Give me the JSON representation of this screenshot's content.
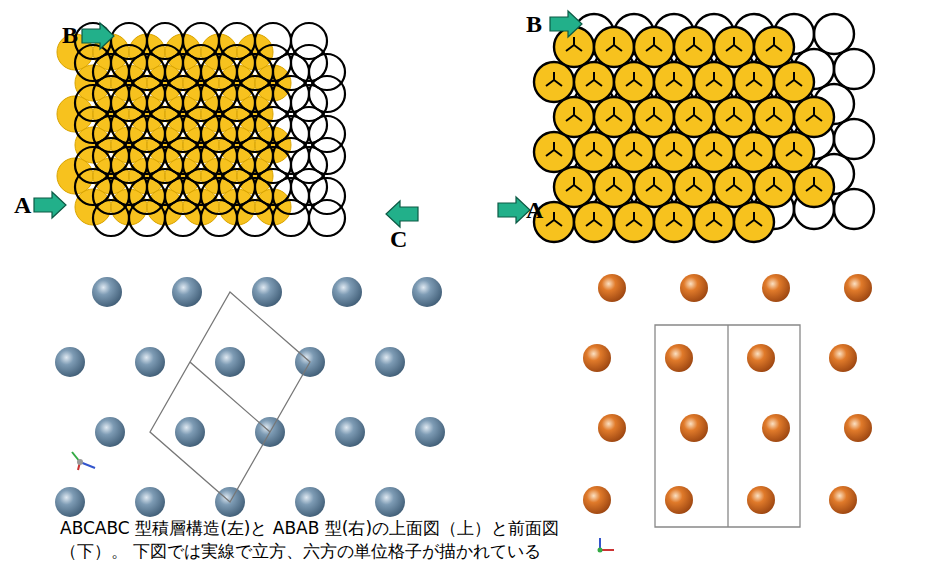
{
  "diagram": {
    "caption": "ABCABC 型積層構造(左)と ABAB 型(右)の上面図（上）と前面図（下）。 下図では実線で立方、六方の単位格子が描かれている",
    "labels": [
      "B",
      "A",
      "C",
      "B",
      "A"
    ]
  }
}
